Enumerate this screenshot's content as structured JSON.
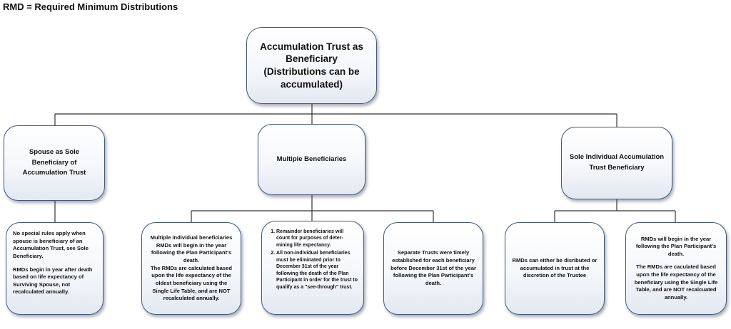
{
  "legend": "RMD = Required Minimum Distributions",
  "root": {
    "label": "Accumulation Trust as Beneficiary (Distributions can be accumulated)"
  },
  "branches": {
    "spouse": {
      "label": "Spouse as Sole Beneficiary of Accumulation Trust",
      "detail": {
        "para1": "No special rules apply when spouse is beneficiary of an Accumulation Trust, see Sole Beneficiary.",
        "para2": "RMDs begin in year after death based on life expectancy of Surviving Spouse, not recalculated annually."
      }
    },
    "multiple": {
      "label": "Multiple Beneficiaries",
      "details": {
        "oldest": {
          "para1": "Multiple individual beneficiaries RMDs will begin in the year following the Plan Participant's death.",
          "para2": "The RMDs are calculated based upon the life expectancy of the oldest beneficiary using the Single Life Table, and are NOT recalculated annually."
        },
        "list": {
          "item1": "Remainder beneficiaries will count for purposes of deter-mining life expectancy.",
          "item2": "All non-individual beneficiaries must be eliminated prior to December 31st of the year following the death of the Plan Participant in order for the trust to qualify as a \"see-through\" trust."
        },
        "separate": {
          "text": "Separate Trusts were timely established for each beneficiary before December 31st of the year following the Plan Participant's death."
        }
      }
    },
    "sole": {
      "label": "Sole Individual Accumulation Trust Beneficiary",
      "details": {
        "discretion": {
          "text": "RMDs can either be disributed or accumulated in trust at the discretion of the Trustee"
        },
        "single_life": {
          "para1": "RMDs will begin in the year following the Plan Participant's death.",
          "para2": "The RMDs are caculated based upon the life expectancy of the beneficiary using the Single Life Table, and are NOT recalcuated annually."
        }
      }
    }
  }
}
